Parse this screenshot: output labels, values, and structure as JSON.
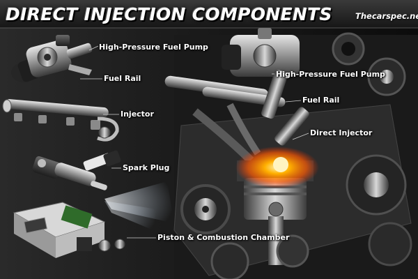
{
  "title": "DIRECT INJECTION COMPONENTS",
  "watermark": "Thecarspec.net",
  "labels": {
    "left_pump": "High-Pressure Fuel Pump",
    "left_rail": "Fuel Rail",
    "left_injector": "Injector",
    "left_spark_plug": "Spark Plug",
    "left_piston": "Piston & Combustion Chamber",
    "right_pump": "High-Pressure Fuel Pump",
    "right_rail": "Fuel Rail",
    "right_injector": "Direct Injector"
  },
  "colors": {
    "background": "#141414",
    "text": "#ffffff",
    "metal": "#9a9a9a",
    "combustion_glow": "#ff8a00",
    "pcb": "#2f6b2a"
  }
}
